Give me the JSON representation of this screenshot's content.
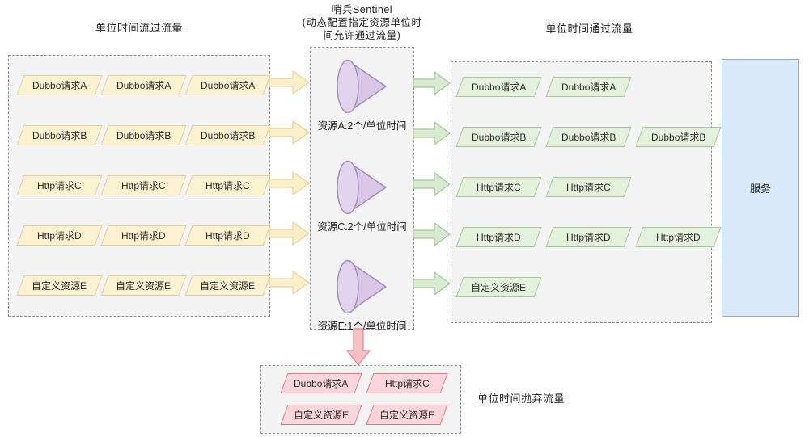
{
  "titles": {
    "inflow": "单位时间流过流量",
    "sentinel_line1": "哨兵Sentinel",
    "sentinel_line2": "(动态配置指定资源单位时",
    "sentinel_line3": "间允许通过流量)",
    "passed": "单位时间通过流量",
    "discarded": "单位时间抛弃流量"
  },
  "inflow_box": {
    "rows": [
      {
        "label": "Dubbo请求A",
        "count": 3
      },
      {
        "label": "Dubbo请求B",
        "count": 3
      },
      {
        "label": "Http请求C",
        "count": 3
      },
      {
        "label": "Http请求D",
        "count": 3
      },
      {
        "label": "自定义资源E",
        "count": 3
      }
    ]
  },
  "sentinel_box": {
    "funnels": [
      {
        "label": "资源A:2个/单位时间"
      },
      {
        "label": "资源C:2个/单位时间"
      },
      {
        "label": "资源E:1个/单位时间"
      }
    ]
  },
  "passed_box": {
    "rows": [
      {
        "label": "Dubbo请求A",
        "count": 2
      },
      {
        "label": "Dubbo请求B",
        "count": 3
      },
      {
        "label": "Http请求C",
        "count": 2
      },
      {
        "label": "Http请求D",
        "count": 3
      },
      {
        "label": "自定义资源E",
        "count": 1
      }
    ]
  },
  "service_box": {
    "label": "服务"
  },
  "discard_box": {
    "rows": [
      {
        "items": [
          "Dubbo请求A",
          "Http请求C"
        ]
      },
      {
        "items": [
          "自定义资源E",
          "自定义资源E"
        ]
      }
    ]
  },
  "colors": {
    "yellow_fill": "#fcf2d1",
    "yellow_border": "#e3cd97",
    "green_fill": "#e4f1dc",
    "green_border": "#a5c897",
    "purple_fill": "#dac7e8",
    "purple_border": "#a28aba",
    "pink_fill": "#f9d6d9",
    "pink_border": "#dd7b83",
    "blue_fill": "#daeafa",
    "blue_border": "#88afd6",
    "panel_bg": "#f4f4f4"
  }
}
